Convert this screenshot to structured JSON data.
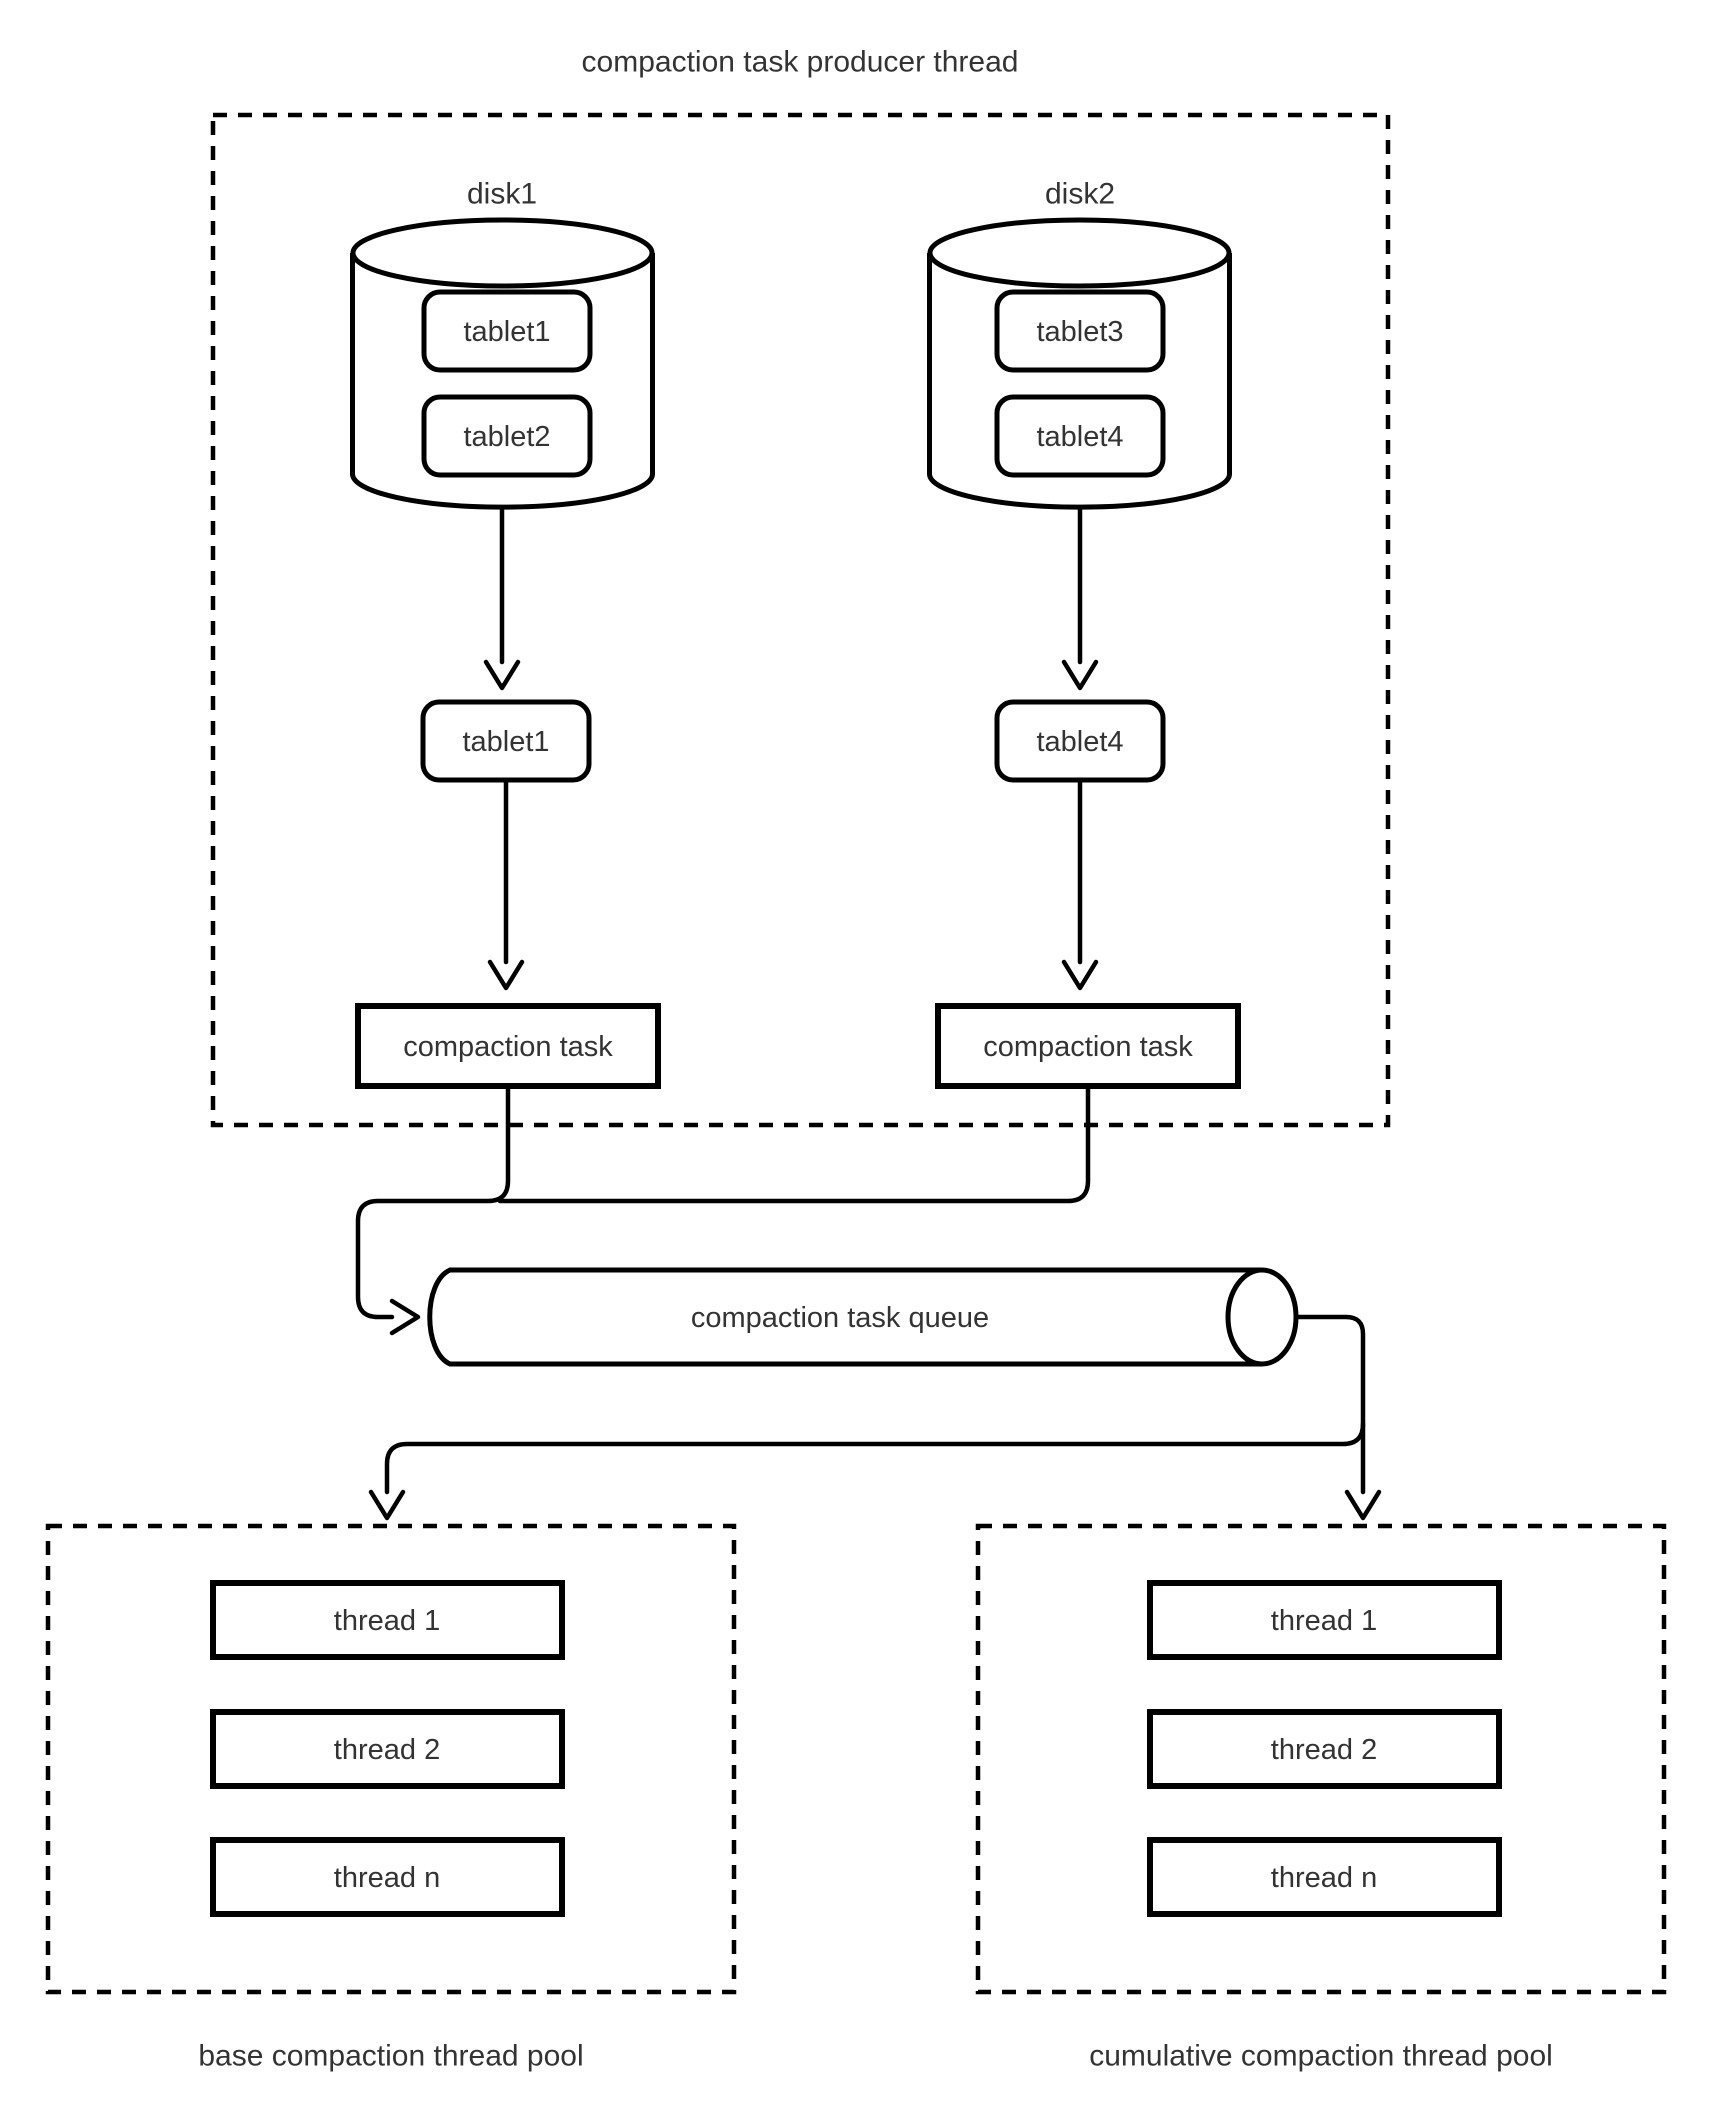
{
  "title": "compaction task producer thread",
  "producer": {
    "disks": [
      {
        "name": "disk1",
        "tablets": [
          "tablet1",
          "tablet2"
        ],
        "selected_tablet": "tablet1",
        "task": "compaction task"
      },
      {
        "name": "disk2",
        "tablets": [
          "tablet3",
          "tablet4"
        ],
        "selected_tablet": "tablet4",
        "task": "compaction task"
      }
    ]
  },
  "queue": {
    "label": "compaction task queue"
  },
  "pools": {
    "base": {
      "label": "base compaction thread pool",
      "threads": [
        "thread 1",
        "thread 2",
        "thread n"
      ]
    },
    "cumulative": {
      "label": "cumulative compaction thread pool",
      "threads": [
        "thread 1",
        "thread 2",
        "thread n"
      ]
    }
  },
  "colors": {
    "stroke": "#000000",
    "text": "#333333",
    "background": "#ffffff"
  }
}
